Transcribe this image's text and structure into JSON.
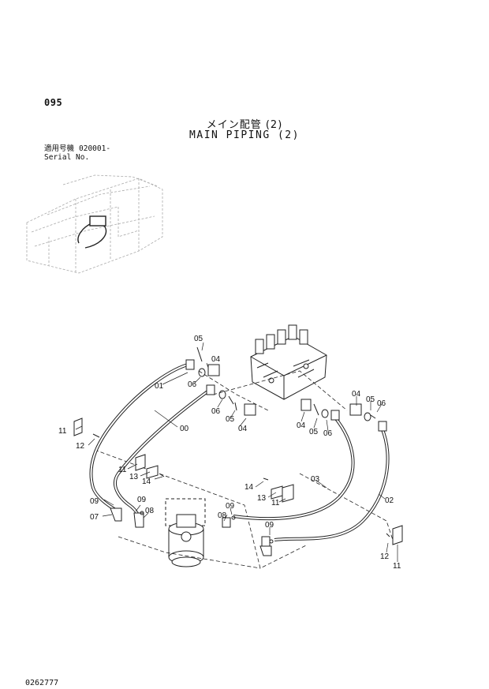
{
  "header": {
    "page_number": "095",
    "title_jp": "メイン配管 (2)",
    "title_en": "MAIN PIPING (2)",
    "serial_label_jp": "適用号機",
    "serial_value": "020001-",
    "serial_label_en": "Serial No."
  },
  "footer": {
    "code": "0262777"
  },
  "labels": {
    "l00": "00",
    "l01": "01",
    "l02": "02",
    "l03": "03",
    "l04a": "04",
    "l04b": "04",
    "l04c": "04",
    "l04d": "04",
    "l05a": "05",
    "l05b": "05",
    "l05c": "05",
    "l05d": "05",
    "l06a": "06",
    "l06b": "06",
    "l06c": "06",
    "l06d": "06",
    "l07": "07",
    "l08a": "08",
    "l08b": "08",
    "l09a": "09",
    "l09b": "09",
    "l09c": "09",
    "l09d": "09",
    "l11a": "11",
    "l11b": "11",
    "l11c": "11",
    "l11d": "11",
    "l12a": "12",
    "l12b": "12",
    "l13a": "13",
    "l13b": "13",
    "l14a": "14",
    "l14b": "14"
  }
}
